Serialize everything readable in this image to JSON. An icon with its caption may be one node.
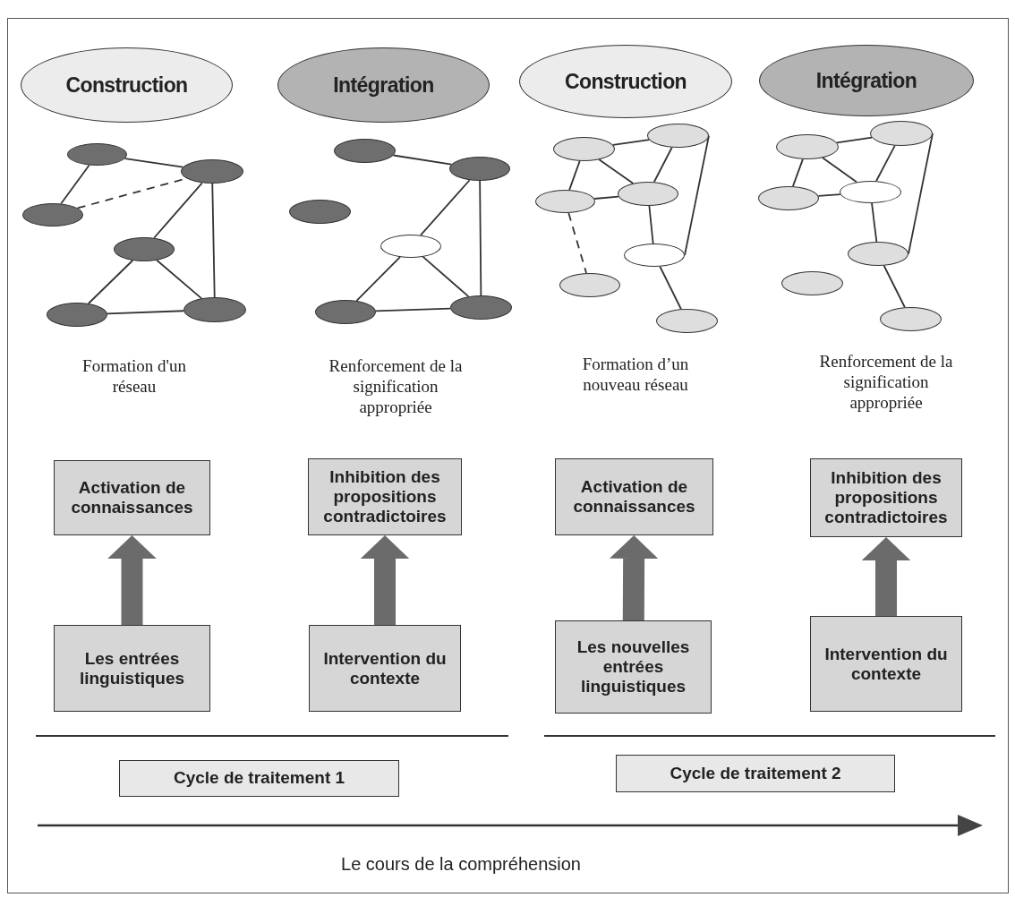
{
  "diagram": {
    "nodes": [
      {
        "text": [
          "Construction"
        ]
      },
      {
        "text": [
          "Intégration"
        ]
      },
      {
        "text": [
          "Construction"
        ]
      },
      {
        "text": [
          "Intégration"
        ]
      },
      {
        "text": [],
        "shape": "ellipse"
      },
      {
        "text": [],
        "shape": "ellipse"
      },
      {
        "text": [],
        "shape": "ellipse"
      },
      {
        "text": [],
        "shape": "ellipse"
      },
      {
        "text": [],
        "shape": "ellipse"
      },
      {
        "text": [],
        "shape": "ellipse"
      },
      {
        "text": [],
        "shape": "ellipse"
      },
      {
        "text": [],
        "shape": "ellipse"
      },
      {
        "text": [],
        "shape": "ellipse"
      },
      {
        "text": [],
        "shape": "ellipse"
      },
      {
        "text": [],
        "shape": "ellipse"
      },
      {
        "text": [],
        "shape": "ellipse"
      },
      {
        "text": [],
        "shape": "ellipse"
      },
      {
        "text": [],
        "shape": "ellipse"
      },
      {
        "text": [],
        "shape": "ellipse"
      },
      {
        "text": [],
        "shape": "ellipse"
      },
      {
        "text": [],
        "shape": "ellipse"
      },
      {
        "text": [],
        "shape": "ellipse"
      },
      {
        "text": [],
        "shape": "ellipse"
      },
      {
        "text": [],
        "shape": "ellipse"
      },
      {
        "text": [],
        "shape": "ellipse"
      },
      {
        "text": [],
        "shape": "ellipse"
      },
      {
        "text": [],
        "shape": "ellipse"
      },
      {
        "text": [],
        "shape": "ellipse"
      },
      {
        "text": [],
        "shape": "ellipse"
      },
      {
        "text": [],
        "shape": "ellipse"
      },
      {
        "text": [
          "Activation de connaissances"
        ]
      },
      {
        "text": [
          "Inhibition des propositions contradictoires"
        ]
      },
      {
        "text": [
          "Activation de connaissances"
        ]
      },
      {
        "text": [
          "Inhibition des propositions contradictoires"
        ]
      },
      {
        "text": [
          "Les entrées linguistiques"
        ]
      },
      {
        "text": [
          "Intervention du contexte"
        ]
      },
      {
        "text": [
          "Les nouvelles entrées linguistiques"
        ]
      },
      {
        "text": [
          "Intervention du contexte"
        ]
      },
      {
        "text": [
          "Cycle de traitement 1"
        ]
      },
      {
        "text": [
          "Cycle de traitement 2"
        ]
      }
    ],
    "edges": [
      {
        "from": 4,
        "to": 6,
        "arrow": "none"
      },
      {
        "from": 4,
        "to": 5,
        "arrow": "none"
      },
      {
        "from": 6,
        "to": 5,
        "arrow": "none",
        "style": "dashed"
      },
      {
        "from": 5,
        "to": 7,
        "arrow": "none"
      },
      {
        "from": 5,
        "to": 9,
        "arrow": "none"
      },
      {
        "from": 7,
        "to": 8,
        "arrow": "none"
      },
      {
        "from": 7,
        "to": 9,
        "arrow": "none"
      },
      {
        "from": 8,
        "to": 9,
        "arrow": "none"
      },
      {
        "from": 10,
        "to": 11,
        "arrow": "none"
      },
      {
        "from": 11,
        "to": 13,
        "arrow": "none"
      },
      {
        "from": 11,
        "to": 15,
        "arrow": "none"
      },
      {
        "from": 13,
        "to": 14,
        "arrow": "none"
      },
      {
        "from": 13,
        "to": 15,
        "arrow": "none"
      },
      {
        "from": 14,
        "to": 15,
        "arrow": "none"
      },
      {
        "from": 16,
        "to": 17,
        "arrow": "none"
      },
      {
        "from": 16,
        "to": 18,
        "arrow": "none"
      },
      {
        "from": 16,
        "to": 19,
        "arrow": "none"
      },
      {
        "from": 18,
        "to": 19,
        "arrow": "none"
      },
      {
        "from": 17,
        "to": 19,
        "arrow": "none"
      },
      {
        "from": 17,
        "to": 20,
        "arrow": "none"
      },
      {
        "from": 19,
        "to": 20,
        "arrow": "none"
      },
      {
        "from": 18,
        "to": 21,
        "arrow": "none",
        "style": "dashed"
      },
      {
        "from": 20,
        "to": 22,
        "arrow": "none"
      },
      {
        "from": 23,
        "to": 24,
        "arrow": "none"
      },
      {
        "from": 23,
        "to": 25,
        "arrow": "none"
      },
      {
        "from": 23,
        "to": 26,
        "arrow": "none"
      },
      {
        "from": 25,
        "to": 26,
        "arrow": "none"
      },
      {
        "from": 24,
        "to": 26,
        "arrow": "none"
      },
      {
        "from": 24,
        "to": 27,
        "arrow": "none"
      },
      {
        "from": 26,
        "to": 27,
        "arrow": "none"
      },
      {
        "from": 27,
        "to": 29,
        "arrow": "none"
      },
      {
        "from": 34,
        "to": 30,
        "arrow": "to",
        "style": "thick",
        "color": "#6b6b6b"
      },
      {
        "from": 35,
        "to": 31,
        "arrow": "to",
        "style": "thick",
        "color": "#6b6b6b"
      },
      {
        "from": 36,
        "to": 32,
        "arrow": "to",
        "style": "thick",
        "color": "#6b6b6b"
      },
      {
        "from": 37,
        "to": 33,
        "arrow": "to",
        "style": "thick",
        "color": "#6b6b6b"
      }
    ],
    "labels": [
      "Formation d'un réseau",
      "Renforcement de la signification appropriée",
      "Formation d’un nouveau réseau",
      "Renforcement de la signification appropriée",
      "Le cours de la compréhension"
    ]
  }
}
